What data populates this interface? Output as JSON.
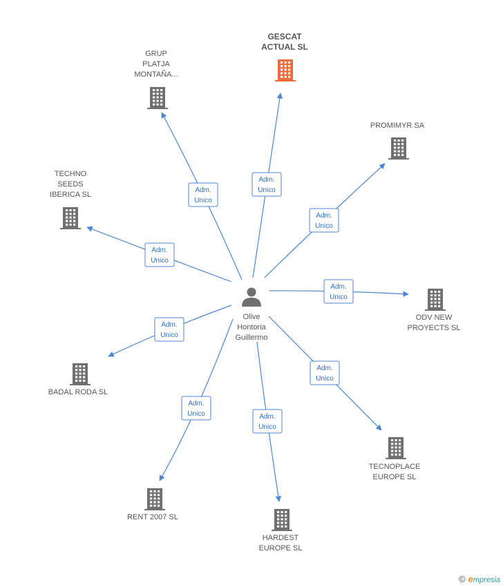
{
  "center": {
    "name_lines": [
      "Olive",
      "Hontoria",
      "Guillermo"
    ],
    "icon": "person-icon"
  },
  "edge_label_lines": [
    "Adm.",
    "Unico"
  ],
  "nodes": [
    {
      "id": "gescat",
      "lines": [
        "GESCAT",
        "ACTUAL SL"
      ],
      "highlight": true,
      "icon": "building-icon"
    },
    {
      "id": "grup",
      "lines": [
        "GRUP",
        "PLATJA",
        "MONTAÑA..."
      ],
      "highlight": false,
      "icon": "building-icon"
    },
    {
      "id": "promimyr",
      "lines": [
        "PROMIMYR SA"
      ],
      "highlight": false,
      "icon": "building-icon"
    },
    {
      "id": "techno",
      "lines": [
        "TECHNO",
        "SEEDS",
        "IBERICA SL"
      ],
      "highlight": false,
      "icon": "building-icon"
    },
    {
      "id": "odv",
      "lines": [
        "ODV NEW",
        "PROYECTS  SL"
      ],
      "highlight": false,
      "icon": "building-icon"
    },
    {
      "id": "badal",
      "lines": [
        "BADAL RODA SL"
      ],
      "highlight": false,
      "icon": "building-icon"
    },
    {
      "id": "tecnoplace",
      "lines": [
        "TECNOPLACE",
        "EUROPE SL"
      ],
      "highlight": false,
      "icon": "building-icon"
    },
    {
      "id": "rent",
      "lines": [
        "RENT 2007 SL"
      ],
      "highlight": false,
      "icon": "building-icon"
    },
    {
      "id": "hardest",
      "lines": [
        "HARDEST",
        "EUROPE SL"
      ],
      "highlight": false,
      "icon": "building-icon"
    }
  ],
  "colors": {
    "highlight_building": "#f06a3a",
    "building": "#707070",
    "edge": "#4a86d4"
  },
  "brand": {
    "copyright": "©",
    "logo_e": "e",
    "logo_rest": "mpresia"
  }
}
